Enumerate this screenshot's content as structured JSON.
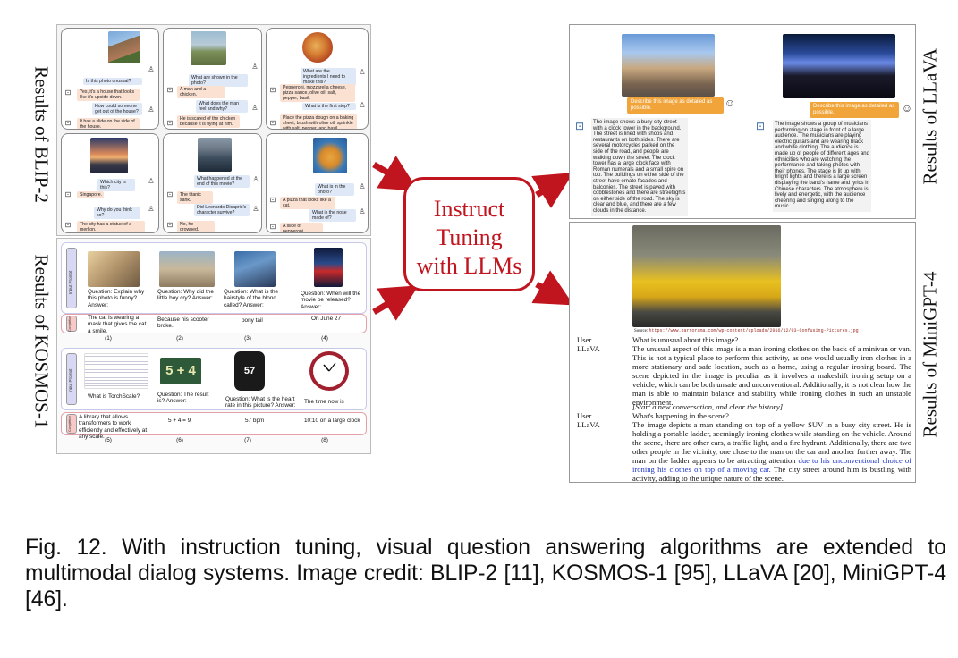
{
  "labels": {
    "blip2": "Results of BLIP-2",
    "kosmos": "Results of KOSMOS-1",
    "llava": "Results of LLaVA",
    "minigpt": "Results of MiniGPT-4",
    "center": [
      "Instruct",
      "Tuning",
      "with LLMs"
    ]
  },
  "blip2": {
    "cards": [
      {
        "turns": [
          [
            "u",
            "Is this photo unusual?"
          ],
          [
            "b",
            "Yes, it's a house that looks like it's upside down."
          ],
          [
            "u",
            "How could someone get out of the house?"
          ],
          [
            "b",
            "It has a slide on the side of the house."
          ]
        ]
      },
      {
        "turns": [
          [
            "u",
            "What are shown in the photo?"
          ],
          [
            "b",
            "A man and a chicken."
          ],
          [
            "u",
            "What does the man feel and why?"
          ],
          [
            "b",
            "He is scared of the chicken because it is flying at him."
          ]
        ]
      },
      {
        "turns": [
          [
            "u",
            "What are the ingredients I need to make this?"
          ],
          [
            "b",
            "Pepperoni, mozzarella cheese, pizza sauce, olive oil, salt, pepper, basil."
          ],
          [
            "u",
            "What is the first step?"
          ],
          [
            "b",
            "Place the pizza dough on a baking sheet, brush with olive oil, sprinkle with salt, pepper, and basil."
          ]
        ]
      },
      {
        "turns": [
          [
            "u",
            "Which city is this?"
          ],
          [
            "b",
            "Singapore."
          ],
          [
            "u",
            "Why do you think so?"
          ],
          [
            "b",
            "The city has a statue of a merlion."
          ]
        ]
      },
      {
        "turns": [
          [
            "u",
            "What happened at the end of this movie?"
          ],
          [
            "b",
            "The titanic sank."
          ],
          [
            "u",
            "Did Leonardo Dicaprio's character survive?"
          ],
          [
            "b",
            "No, he drowned."
          ]
        ]
      },
      {
        "turns": [
          [
            "u",
            "What is in the photo?"
          ],
          [
            "b",
            "A pizza that looks like a cat."
          ],
          [
            "u",
            "What is the nose made of?"
          ],
          [
            "b",
            "A slice of pepperoni."
          ]
        ]
      }
    ]
  },
  "kosmos": {
    "tag_prompt": "Input Prompt",
    "tag_completion": "Completion",
    "row1": {
      "questions": [
        "Question: Explain why this photo is funny? Answer:",
        "Question: Why did the little boy cry? Answer:",
        "Question: What is the hairstyle of the blond called? Answer:",
        "Question: When will the movie be released? Answer:"
      ],
      "answers": [
        "The cat is wearing a mask that gives the cat a smile.",
        "Because his scooter broke.",
        "pony tail",
        "On June 27"
      ],
      "nums": [
        "(1)",
        "(2)",
        "(3)",
        "(4)"
      ]
    },
    "row2": {
      "questions": [
        "What is TorchScale?",
        "Question: The result is? Answer:",
        "Question: What is the heart rate in this picture? Answer:",
        "The time now is"
      ],
      "answers": [
        "A library that allows transformers to work efficiently and effectively at any scale.",
        "5 + 4 = 9",
        "57 bpm",
        "10:10 on a large clock"
      ],
      "nums": [
        "(5)",
        "(6)",
        "(7)",
        "(8)"
      ],
      "math": "5 + 4",
      "watch": "57"
    }
  },
  "llava": {
    "prompt": "Describe this image as detailed as possible.",
    "answers": [
      "The image shows a busy city street with a clock tower in the background. The street is lined with shops and restaurants on both sides. There are several motorcycles parked on the side of the road, and people are walking down the street. The clock tower has a large clock face with Roman numerals and a small spire on top. The buildings on either side of the street have ornate facades and balconies. The street is paved with cobblestones and there are streetlights on either side of the road. The sky is clear and blue, and there are a few clouds in the distance.",
      "The image shows a group of musicians performing on stage in front of a large audience. The musicians are playing electric guitars and are wearing black and white clothing. The audience is made up of people of different ages and ethnicities who are watching the performance and taking photos with their phones. The stage is lit up with bright lights and there is a large screen displaying the band's name and lyrics in Chinese characters. The atmosphere is lively and energetic, with the audience cheering and singing along to the music."
    ]
  },
  "minigpt": {
    "source_label": "Source:",
    "source_url": "https://www.barnorama.com/wp-content/uploads/2016/12/03-Confusing-Pictures.jpg",
    "user": "User",
    "llava": "LLaVA",
    "q1": "What is unusual about this image?",
    "a1": "The unusual aspect of this image is a man ironing clothes on the back of a minivan or van. This is not a typical place to perform this activity, as one would usually iron clothes in a more stationary and safe location, such as a home, using a regular ironing board. The scene depicted in the image is peculiar as it involves a makeshift ironing setup on a vehicle, which can be both unsafe and unconventional. Additionally, it is not clear how the man is able to maintain balance and stability while ironing clothes in such an unstable environment.",
    "reset": "[Start a new conversation, and clear the history]",
    "q2": "What's happening in the scene?",
    "a2_pre": "The image depicts a man standing on top of a yellow SUV in a busy city street. He is holding a portable ladder, seemingly ironing clothes while standing on the vehicle. Around the scene, there are other cars, a traffic light, and a fire hydrant. Additionally, there are two other people in the vicinity, one close to the man on the car and another further away. The man on the ladder appears to be attracting attention ",
    "a2_blue": "due to his unconventional choice of ironing his clothes on top of a moving car.",
    "a2_post": " The city street around him is bustling with activity, adding to the unique nature of the scene."
  },
  "caption": "Fig. 12. With instruction tuning, visual question answering algorithms are extended to multimodal dialog systems. Image credit: BLIP-2 [11], KOSMOS-1 [95], LLaVA [20], MiniGPT-4 [46].",
  "colors": {
    "accent": "#c0141e",
    "user_bubble": "#dfe8f7",
    "bot_bubble": "#fbe1d2",
    "llava_prompt": "#f0a43a",
    "link_blue": "#1a33c8"
  }
}
